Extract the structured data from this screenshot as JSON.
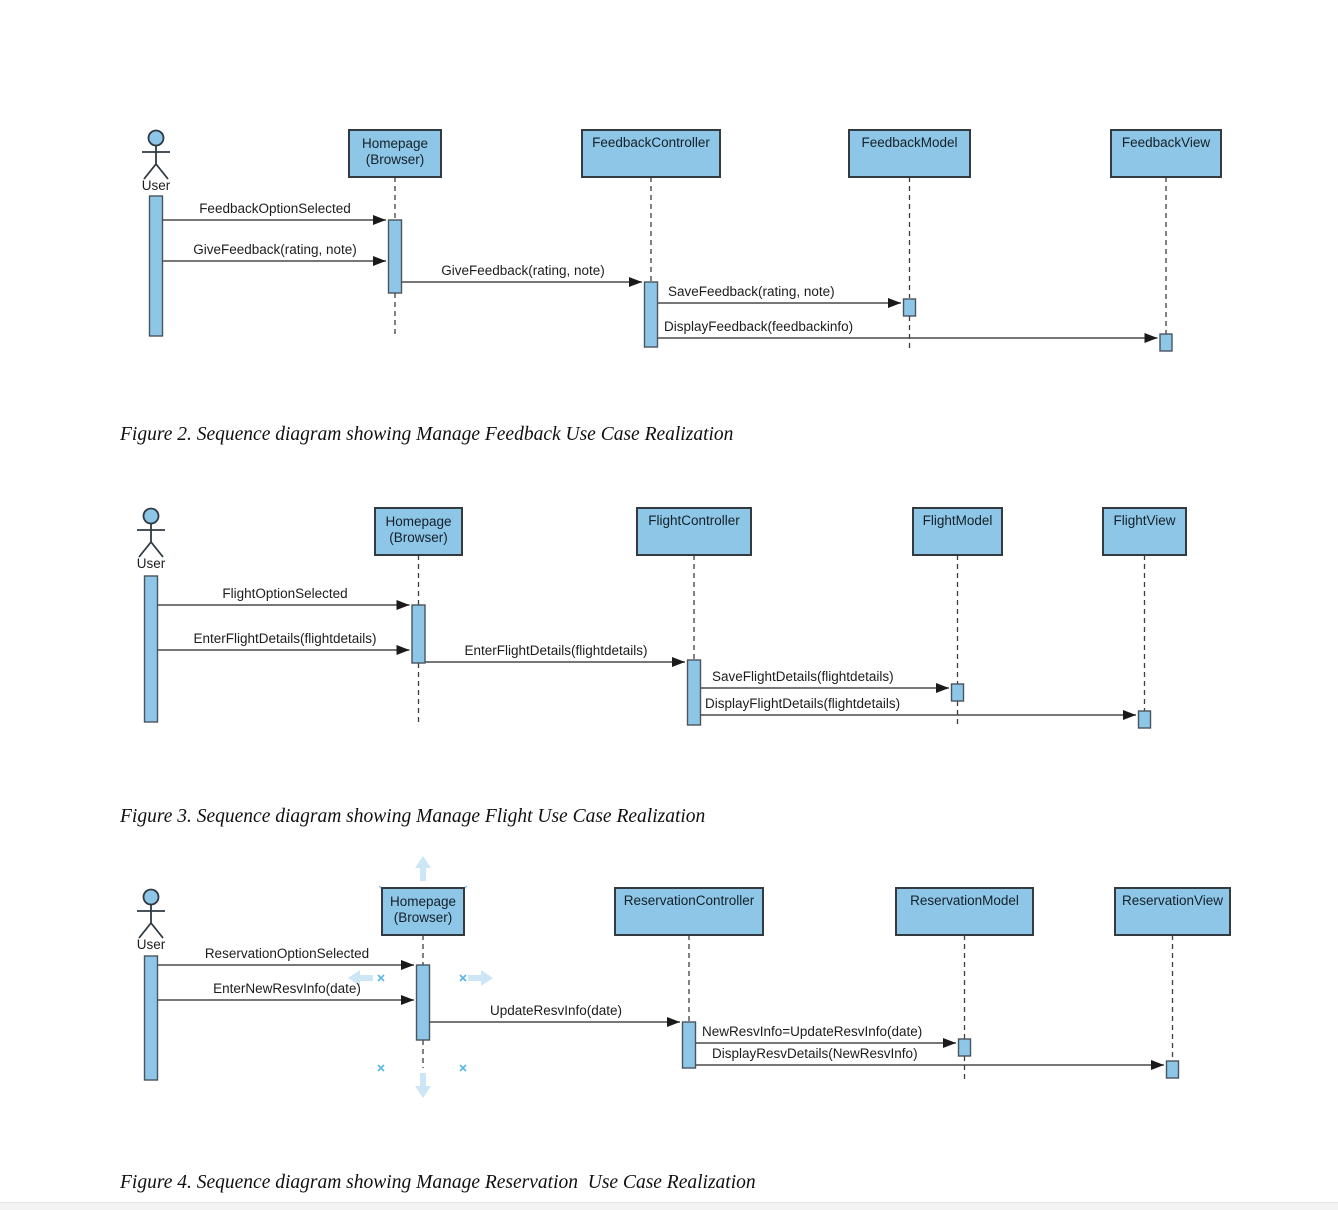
{
  "page": {
    "colors": {
      "participant_fill": "#8dc6e6",
      "participant_border": "#333b41",
      "message_line": "#4a4a4a",
      "arrowhead": "#1a1a1a",
      "text": "#1c1c1c",
      "editor_handle_arrow": "#cde6f6",
      "editor_handle_x": "#56b6e8",
      "caption_text": "#101010"
    }
  },
  "figures": [
    {
      "figure_id": "figure-2",
      "actor_label": "User",
      "participants": [
        {
          "line1": "Homepage",
          "line2": "(Browser)"
        },
        {
          "name": "FeedbackController"
        },
        {
          "name": "FeedbackModel"
        },
        {
          "name": "FeedbackView"
        }
      ],
      "messages": [
        {
          "label": "FeedbackOptionSelected"
        },
        {
          "label": "GiveFeedback(rating, note)"
        },
        {
          "label": "GiveFeedback(rating, note)"
        },
        {
          "label": "SaveFeedback(rating, note)"
        },
        {
          "label": "DisplayFeedback(feedbackinfo)"
        }
      ],
      "caption": "Figure 2. Sequence diagram showing Manage Feedback Use Case Realization"
    },
    {
      "figure_id": "figure-3",
      "actor_label": "User",
      "participants": [
        {
          "line1": "Homepage",
          "line2": "(Browser)"
        },
        {
          "name": "FlightController"
        },
        {
          "name": "FlightModel"
        },
        {
          "name": "FlightView"
        }
      ],
      "messages": [
        {
          "label": "FlightOptionSelected"
        },
        {
          "label": "EnterFlightDetails(flightdetails)"
        },
        {
          "label": "EnterFlightDetails(flightdetails)"
        },
        {
          "label": "SaveFlightDetails(flightdetails)"
        },
        {
          "label": "DisplayFlightDetails(flightdetails)"
        }
      ],
      "caption": "Figure 3. Sequence diagram showing Manage Flight Use Case Realization"
    },
    {
      "figure_id": "figure-4",
      "actor_label": "User",
      "participants": [
        {
          "line1": "Homepage",
          "line2": "(Browser)"
        },
        {
          "name": "ReservationController"
        },
        {
          "name": "ReservationModel"
        },
        {
          "name": "ReservationView"
        }
      ],
      "messages": [
        {
          "label": "ReservationOptionSelected"
        },
        {
          "label": "EnterNewResvInfo(date)"
        },
        {
          "label": "UpdateResvInfo(date)"
        },
        {
          "label": "NewResvInfo=UpdateResvInfo(date)"
        },
        {
          "label": "DisplayResvDetails(NewResvInfo)"
        }
      ],
      "caption": "Figure 4. Sequence diagram showing Manage Reservation  Use Case Realization"
    }
  ]
}
